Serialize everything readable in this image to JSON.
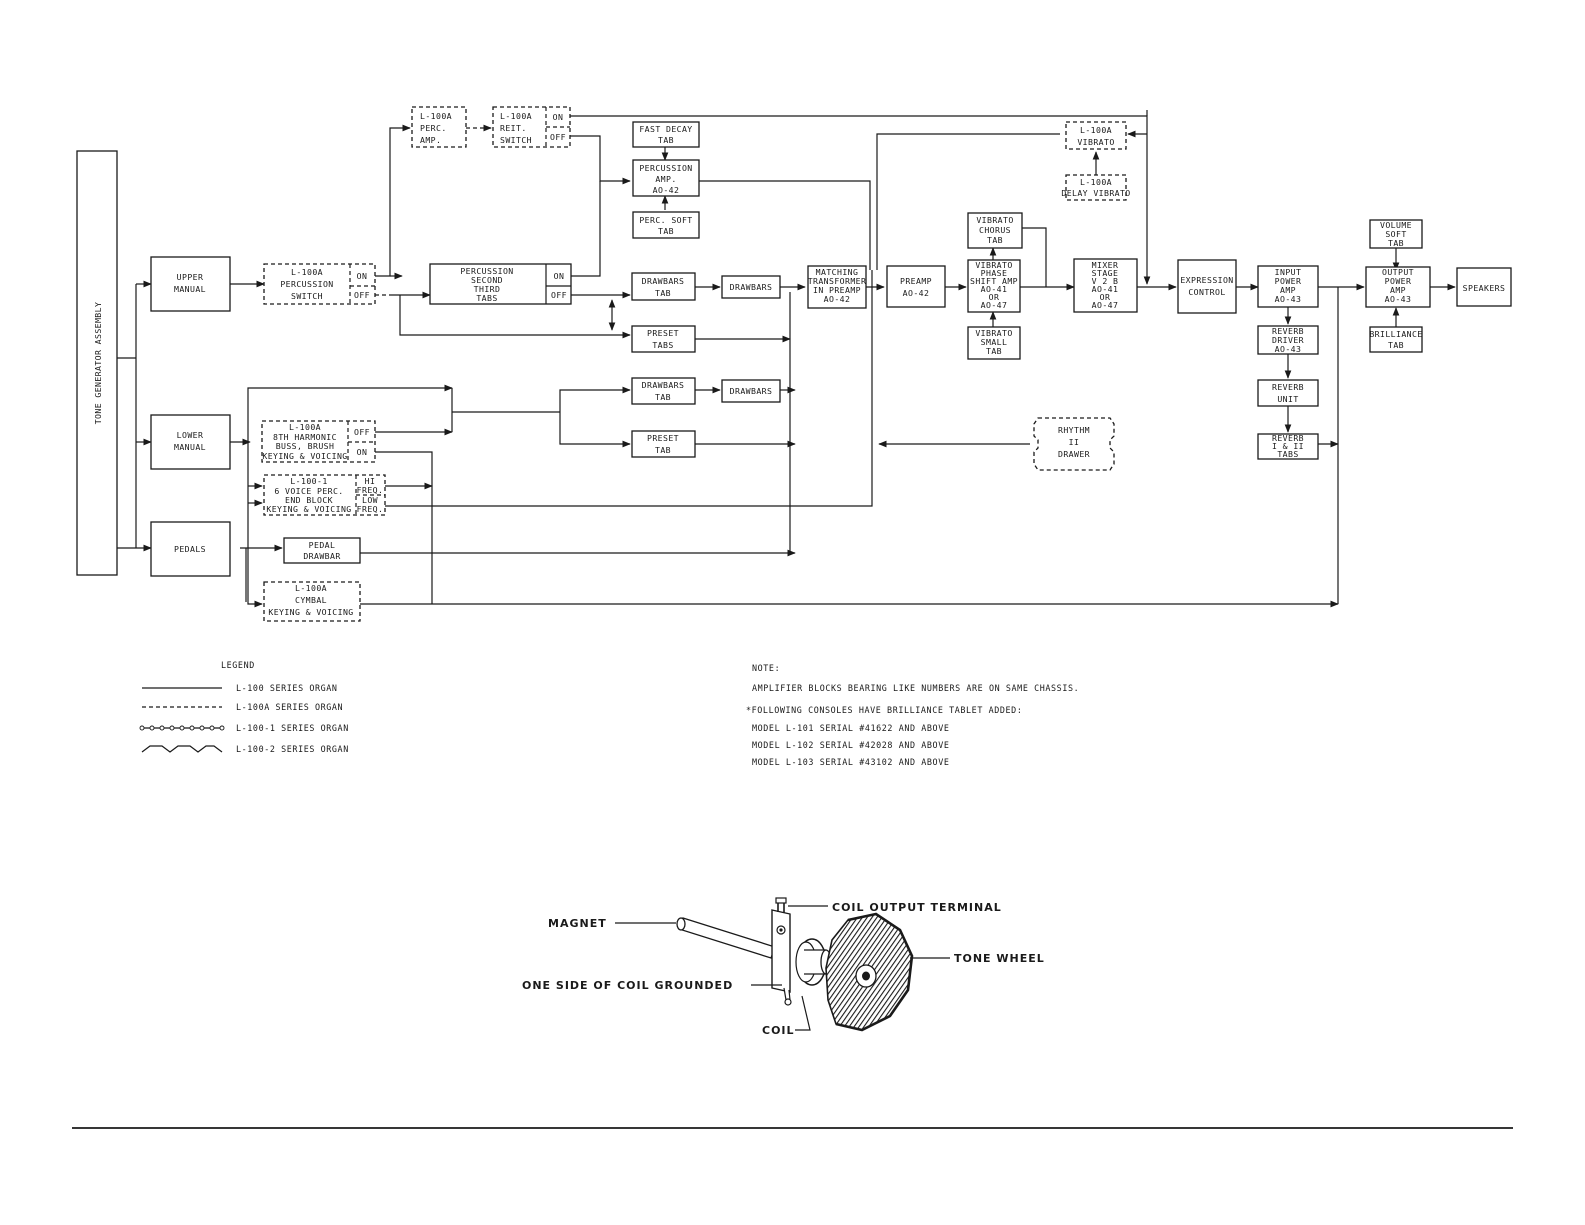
{
  "blocks": {
    "tone_generator": "TONE GENERATOR ASSEMBLY",
    "upper_manual": [
      "UPPER",
      "MANUAL"
    ],
    "lower_manual": [
      "LOWER",
      "MANUAL"
    ],
    "pedals": [
      "PEDALS"
    ],
    "perc_switch": [
      "L-100A",
      "PERCUSSION",
      "SWITCH"
    ],
    "perc_amp_a": [
      "L-100A",
      "PERC.",
      "AMP."
    ],
    "reit_switch": [
      "L-100A",
      "REIT.",
      "SWITCH"
    ],
    "fast_decay": [
      "FAST DECAY",
      "TAB"
    ],
    "perc_amp": [
      "PERCUSSION",
      "AMP.",
      "AO-42"
    ],
    "perc_soft": [
      "PERC. SOFT",
      "TAB"
    ],
    "perc_second_third": [
      "PERCUSSION",
      "SECOND",
      "THIRD",
      "TABS"
    ],
    "drawbars_tab_upper": [
      "DRAWBARS",
      "TAB"
    ],
    "drawbars_upper": [
      "DRAWBARS"
    ],
    "preset_tabs_upper": [
      "PRESET",
      "TABS"
    ],
    "drawbars_tab_lower": [
      "DRAWBARS",
      "TAB"
    ],
    "drawbars_lower": [
      "DRAWBARS"
    ],
    "preset_tab_lower": [
      "PRESET",
      "TAB"
    ],
    "eighth_harmonic": [
      "L-100A",
      "8TH HARMONIC",
      "BUSS, BRUSH",
      "KEYING & VOICING"
    ],
    "six_voice": [
      "L-100-1",
      "6 VOICE PERC.",
      "END BLOCK",
      "KEYING & VOICING"
    ],
    "pedal_drawbar": [
      "PEDAL",
      "DRAWBAR"
    ],
    "cymbal": [
      "L-100A",
      "CYMBAL",
      "KEYING & VOICING"
    ],
    "matching_transformer": [
      "MATCHING",
      "TRANSFORMER",
      "IN PREAMP",
      "AO-42"
    ],
    "preamp": [
      "PREAMP",
      "AO-42"
    ],
    "vibrato_chorus": [
      "VIBRATO",
      "CHORUS",
      "TAB"
    ],
    "vibrato_phase": [
      "VIBRATO",
      "PHASE",
      "SHIFT AMP",
      "AO-41",
      "OR",
      "AO-47"
    ],
    "vibrato_small": [
      "VIBRATO",
      "SMALL",
      "TAB"
    ],
    "vibrato_a": [
      "L-100A",
      "VIBRATO"
    ],
    "delay_vibrato": [
      "L-100A",
      "DELAY VIBRATO"
    ],
    "mixer_stage": [
      "MIXER",
      "STAGE",
      "V 2 B",
      "AO-41",
      "OR",
      "AO-47"
    ],
    "expression_control": [
      "EXPRESSION",
      "CONTROL"
    ],
    "input_power_amp": [
      "INPUT",
      "POWER",
      "AMP",
      "AO-43"
    ],
    "reverb_driver": [
      "REVERB",
      "DRIVER",
      "AO-43"
    ],
    "reverb_unit": [
      "REVERB",
      "UNIT"
    ],
    "reverb_tabs": [
      "REVERB",
      "I & II",
      "TABS"
    ],
    "rhythm_drawer": [
      "RHYTHM",
      "II",
      "DRAWER"
    ],
    "volume_soft": [
      "VOLUME",
      "SOFT",
      "TAB"
    ],
    "output_power_amp": [
      "OUTPUT",
      "POWER",
      "AMP",
      "AO-43"
    ],
    "brilliance_tab": [
      "BRILLIANCE",
      "TAB"
    ],
    "speakers": [
      "SPEAKERS"
    ]
  },
  "switch_labels": {
    "on": "ON",
    "off": "OFF",
    "hi_freq": [
      "HI",
      "FREQ."
    ],
    "low_freq": [
      "LOW",
      "FREQ."
    ]
  },
  "legend": {
    "title": "LEGEND",
    "items": [
      "L-100 SERIES ORGAN",
      "L-100A SERIES ORGAN",
      "L-100-1 SERIES ORGAN",
      "L-100-2 SERIES ORGAN"
    ]
  },
  "notes": {
    "title": "NOTE:",
    "line1": "AMPLIFIER BLOCKS BEARING LIKE NUMBERS ARE ON SAME CHASSIS.",
    "line2": "*FOLLOWING CONSOLES HAVE  BRILLIANCE  TABLET ADDED:",
    "models": [
      "MODEL L-101 SERIAL #41622 AND ABOVE",
      "MODEL L-102 SERIAL #42028 AND ABOVE",
      "MODEL L-103 SERIAL #43102 AND ABOVE"
    ]
  },
  "tonewheel": {
    "magnet": "MAGNET",
    "coil_output_terminal": "COIL OUTPUT TERMINAL",
    "tone_wheel": "TONE WHEEL",
    "one_side_grounded": "ONE SIDE OF COIL GROUNDED",
    "coil": "COIL"
  },
  "colors": {
    "ink": "#1a1a1a",
    "paper": "#ffffff"
  }
}
